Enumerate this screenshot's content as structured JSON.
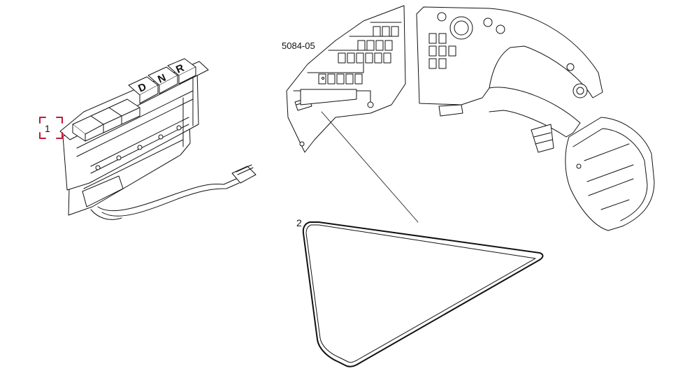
{
  "diagram": {
    "reference_code": "5084-05",
    "callouts": [
      {
        "label": "1",
        "part": "switch-panel-assembly"
      },
      {
        "label": "2",
        "part": "triangular-gasket"
      }
    ],
    "switch_keycaps": [
      "D",
      "N",
      "R"
    ],
    "colors": {
      "line": "#111111",
      "highlight": "#c2183a",
      "background": "#ffffff"
    }
  }
}
